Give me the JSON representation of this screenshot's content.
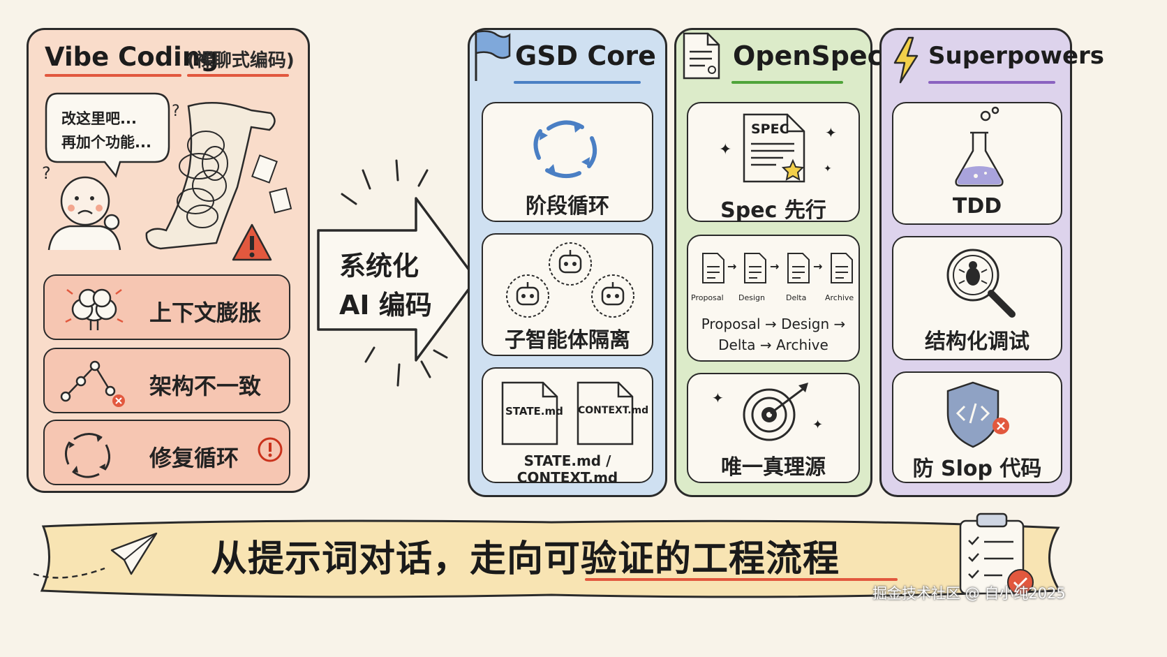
{
  "vibe": {
    "title": "Vibe Coding",
    "subtitle": "(裸聊式编码)",
    "bubble_line1": "改这里吧...",
    "bubble_line2": "再加个功能...",
    "problems": [
      {
        "label": "上下文膨胀",
        "icon": "explosion-icon"
      },
      {
        "label": "架构不一致",
        "icon": "broken-graph-icon"
      },
      {
        "label": "修复循环",
        "icon": "cycle-arrows-icon"
      }
    ]
  },
  "arrow": {
    "line1": "系统化",
    "line2": "AI 编码"
  },
  "gsd": {
    "title": "GSD Core",
    "cards": [
      {
        "label": "阶段循环"
      },
      {
        "label": "子智能体隔离"
      },
      {
        "label": "STATE.md / CONTEXT.md",
        "file1": "STATE.md",
        "file2": "CONTEXT.md"
      }
    ]
  },
  "openspec": {
    "title": "OpenSpec",
    "spec_doc_label": "SPEC",
    "cards": [
      {
        "label": "Spec 先行"
      },
      {
        "label_line1": "Proposal → Design →",
        "label_line2": "Delta → Archive",
        "steps": [
          "Proposal",
          "Design",
          "Delta",
          "Archive"
        ]
      },
      {
        "label": "唯一真理源"
      }
    ]
  },
  "superpowers": {
    "title": "Superpowers",
    "cards": [
      {
        "label": "TDD"
      },
      {
        "label": "结构化调试"
      },
      {
        "label": "防 Slop 代码"
      }
    ]
  },
  "banner": {
    "text": "从提示词对话，走向可验证的工程流程"
  },
  "watermark": "掘金技术社区 @ 自小纯2025",
  "colors": {
    "vibe_bg": "#f9dcca",
    "gsd_bg": "#cfe0f1",
    "openspec_bg": "#dcebc9",
    "superpowers_bg": "#ddd3ec",
    "problem_bg": "#f6c6b2",
    "banner_bg": "#f8e4b3",
    "accent_red": "#e2583e"
  }
}
